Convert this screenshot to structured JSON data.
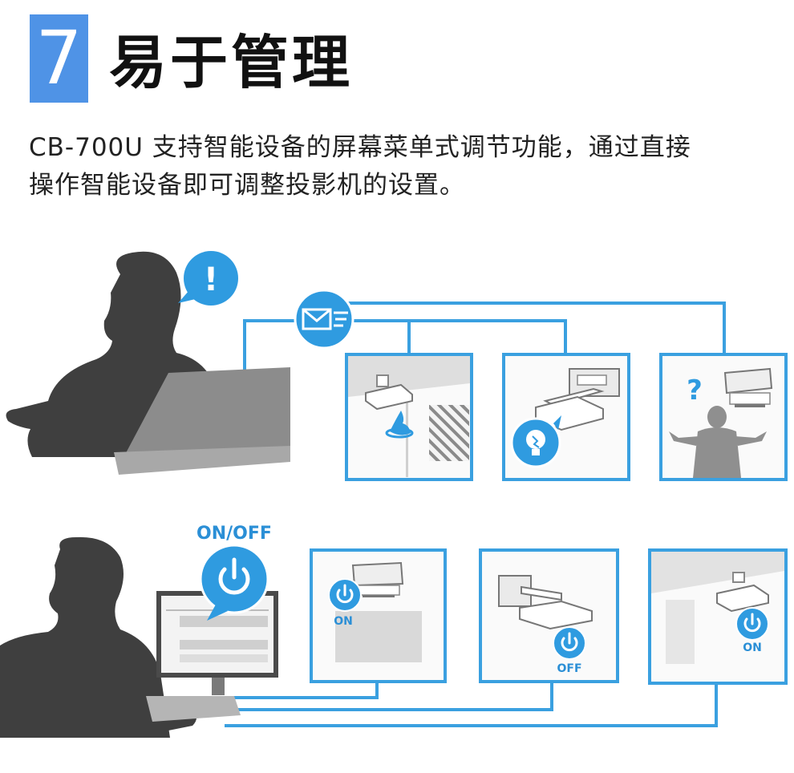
{
  "header": {
    "number": "7",
    "title": "易于管理"
  },
  "description": {
    "line1": "CB-700U 支持智能设备的屏幕菜单式调节功能，通过直接",
    "line2": "操作智能设备即可调整投影机的设置。"
  },
  "top_row": {
    "alert_mark": "!",
    "panel3_mark": "?"
  },
  "bottom_row": {
    "bubble_label": "ON/OFF",
    "panel1_state": "ON",
    "panel2_state": "OFF",
    "panel3_state": "ON"
  },
  "colors": {
    "accent": "#4f93e6",
    "line_blue": "#3aa0e0",
    "silhouette": "#3f3f3f",
    "text": "#222222"
  },
  "icons": [
    "alert-bubble-icon",
    "mail-icon",
    "power-icon",
    "warning-light-icon",
    "question-icon"
  ]
}
